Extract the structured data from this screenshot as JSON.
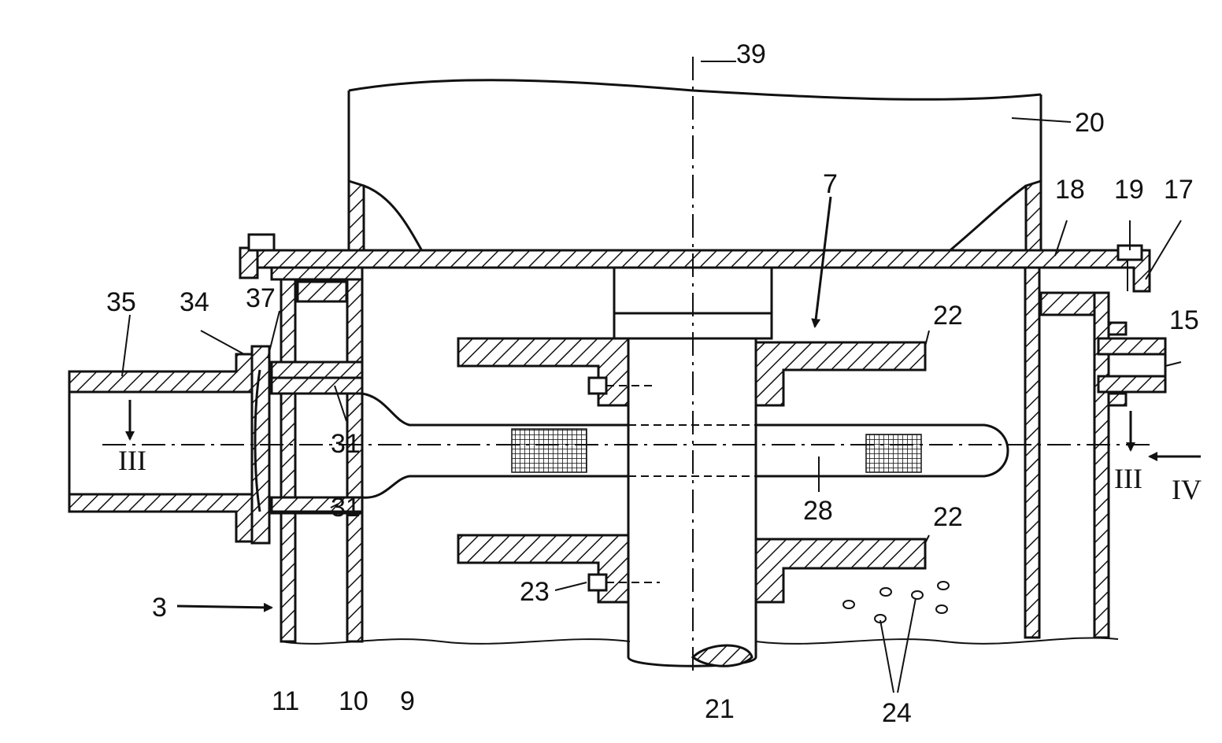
{
  "figure": {
    "labels": {
      "l3": "3",
      "l7": "7",
      "l9": "9",
      "l10": "10",
      "l11": "11",
      "l15": "15",
      "l17": "17",
      "l18": "18",
      "l19": "19",
      "l20": "20",
      "l21": "21",
      "l22a": "22",
      "l22b": "22",
      "l23": "23",
      "l24": "24",
      "l28": "28",
      "l31a": "31",
      "l31b": "31",
      "l34": "34",
      "l35": "35",
      "l37": "37",
      "l39": "39",
      "sec_left": "III",
      "sec_right": "III",
      "view_iv": "IV"
    }
  }
}
